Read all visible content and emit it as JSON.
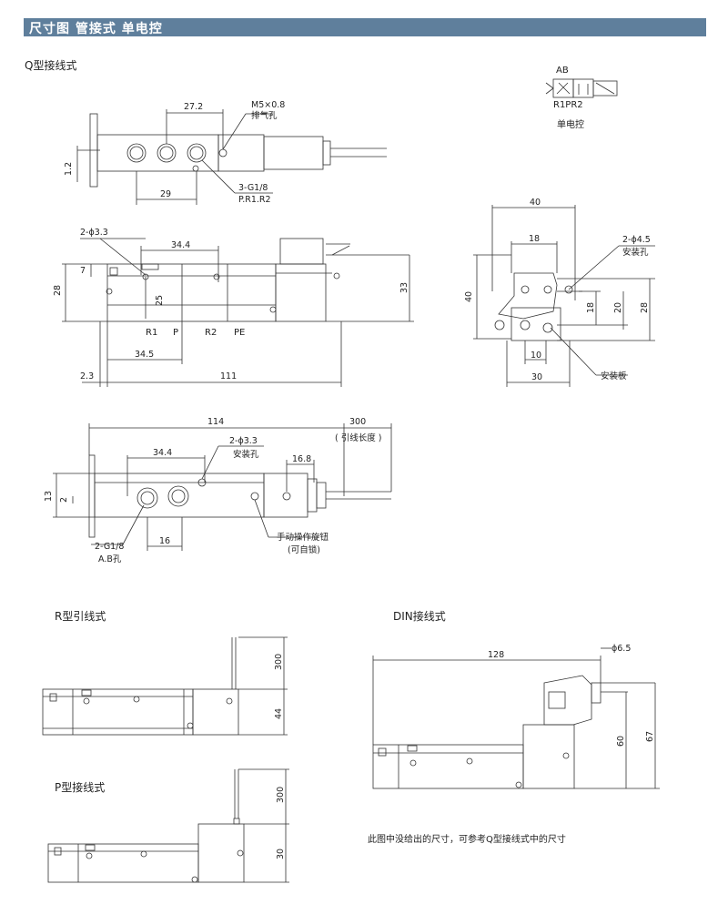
{
  "header": {
    "title": "尺寸图 管接式 单电控"
  },
  "sections": {
    "q_type": "Q型接线式",
    "r_type": "R型引线式",
    "p_type": "P型接线式",
    "din_type": "DIN接线式"
  },
  "symbol": {
    "ports_top": "AB",
    "ports_bottom": "R1PR2",
    "caption": "单电控"
  },
  "view1": {
    "dim_27_2": "27.2",
    "m5": "M5×0.8",
    "exhaust": "排气孔",
    "dim_1_2": "1.2",
    "dim_29": "29",
    "g18": "3-G1/8",
    "ports": "P.R1.R2"
  },
  "view2": {
    "hole": "2-ϕ3.3",
    "dim_34_4": "34.4",
    "dim_7": "7",
    "dim_28": "28",
    "dim_25": "25",
    "dim_33": "33",
    "r1": "R1",
    "p": "P",
    "r2": "R2",
    "pe": "PE",
    "dim_34_5": "34.5",
    "dim_2_3": "2.3",
    "dim_111": "111"
  },
  "bracket": {
    "dim_40w": "40",
    "dim_18w": "18",
    "hole": "2-ϕ4.5",
    "mount_hole": "安装孔",
    "dim_40h": "40",
    "dim_18h": "18",
    "dim_20": "20",
    "dim_28": "28",
    "dim_10": "10",
    "dim_30": "30",
    "plate": "安装板"
  },
  "view3": {
    "dim_114": "114",
    "dim_300": "300",
    "lead_len": "( 引线长度 )",
    "hole": "2-ϕ3.3",
    "mount_hole": "安装孔",
    "dim_34_4": "34.4",
    "dim_16_8": "16.8",
    "dim_13": "13",
    "dim_2": "2",
    "dim_16": "16",
    "g18": "2-G1/8",
    "ab": "A.B孔",
    "manual": "手动操作旋钮",
    "lockable": "(可自锁)"
  },
  "r_view": {
    "dim_300": "300",
    "dim_44": "44"
  },
  "p_view": {
    "dim_300": "300",
    "dim_30": "30"
  },
  "din_view": {
    "dim_128": "128",
    "dim_6_5": "ϕ6.5",
    "dim_60": "60",
    "dim_67": "67"
  },
  "note": "此图中没给出的尺寸，可参考Q型接线式中的尺寸"
}
